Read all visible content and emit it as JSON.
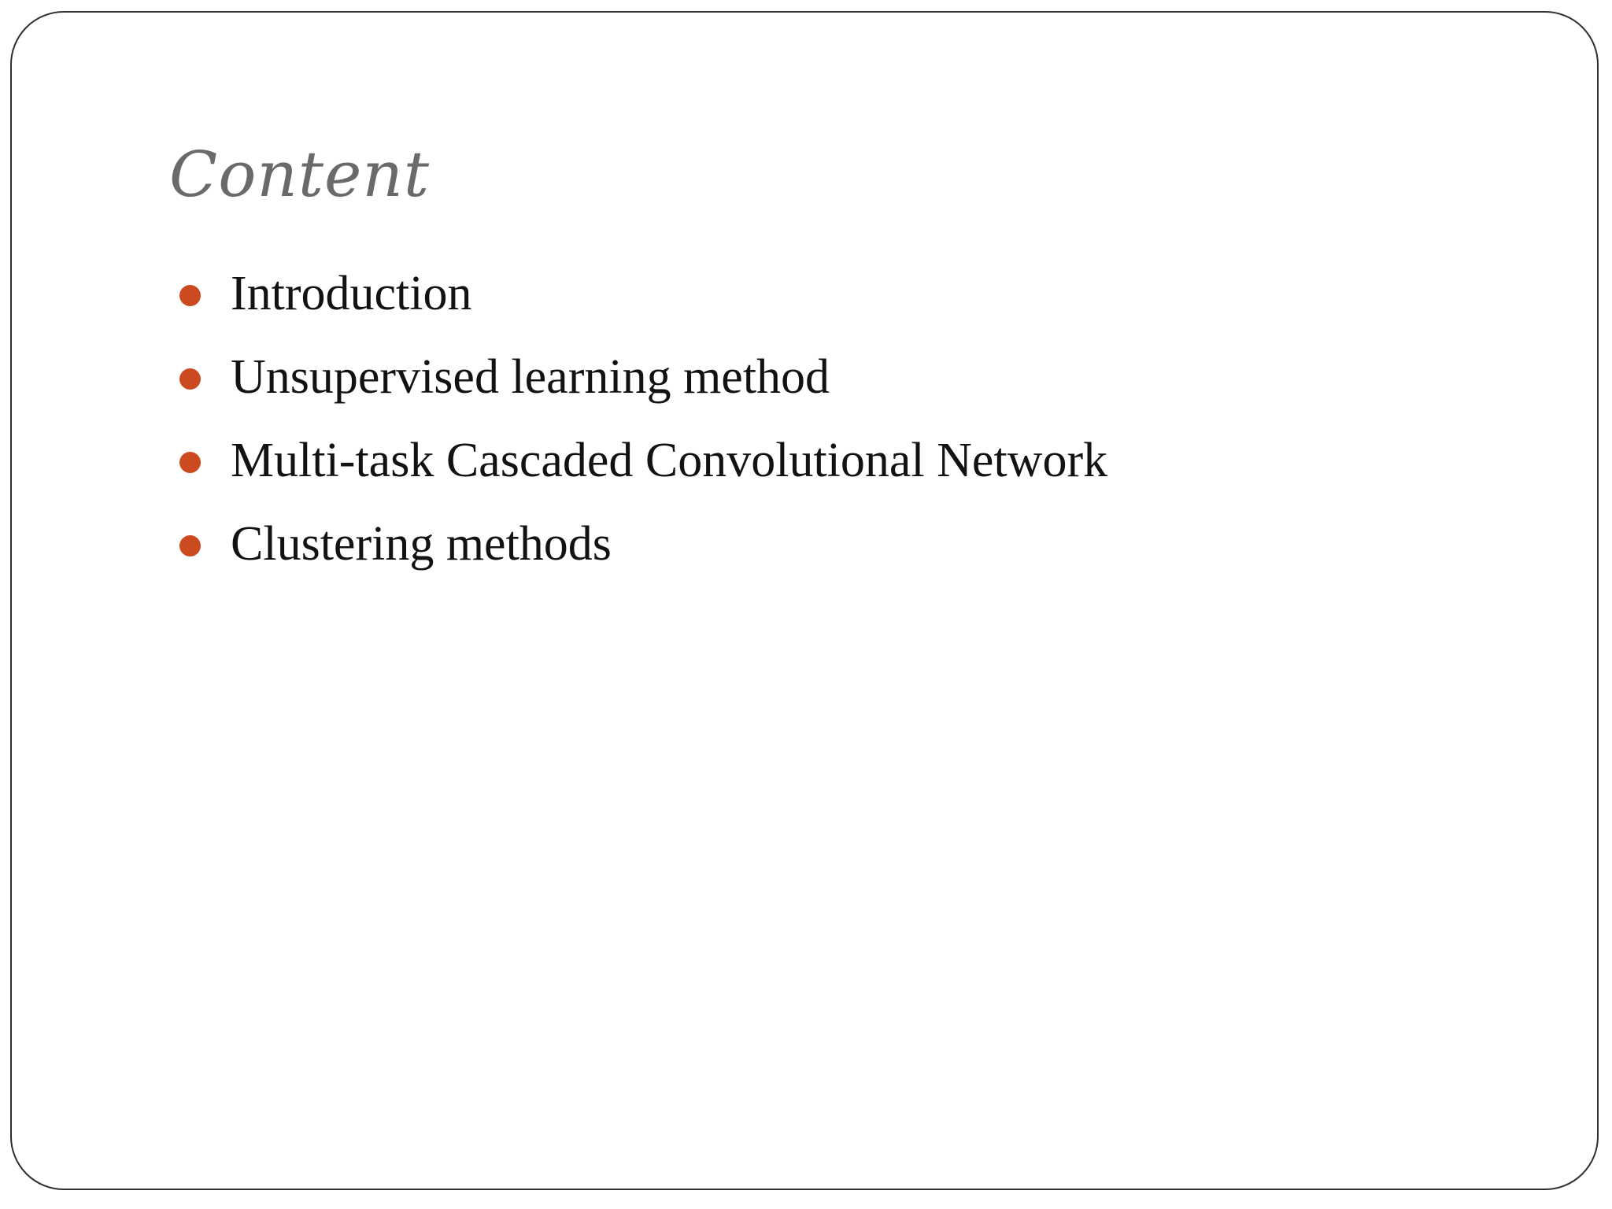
{
  "slide": {
    "title": "Content",
    "bullets": [
      "Introduction",
      "Unsupervised learning method",
      "Multi-task Cascaded Convolutional Network",
      "Clustering methods"
    ],
    "colors": {
      "background": "#ffffff",
      "border": "#2f2f2f",
      "title": "#6a6a6a",
      "body_text": "#121212",
      "bullet": "#cc4a1f"
    }
  }
}
